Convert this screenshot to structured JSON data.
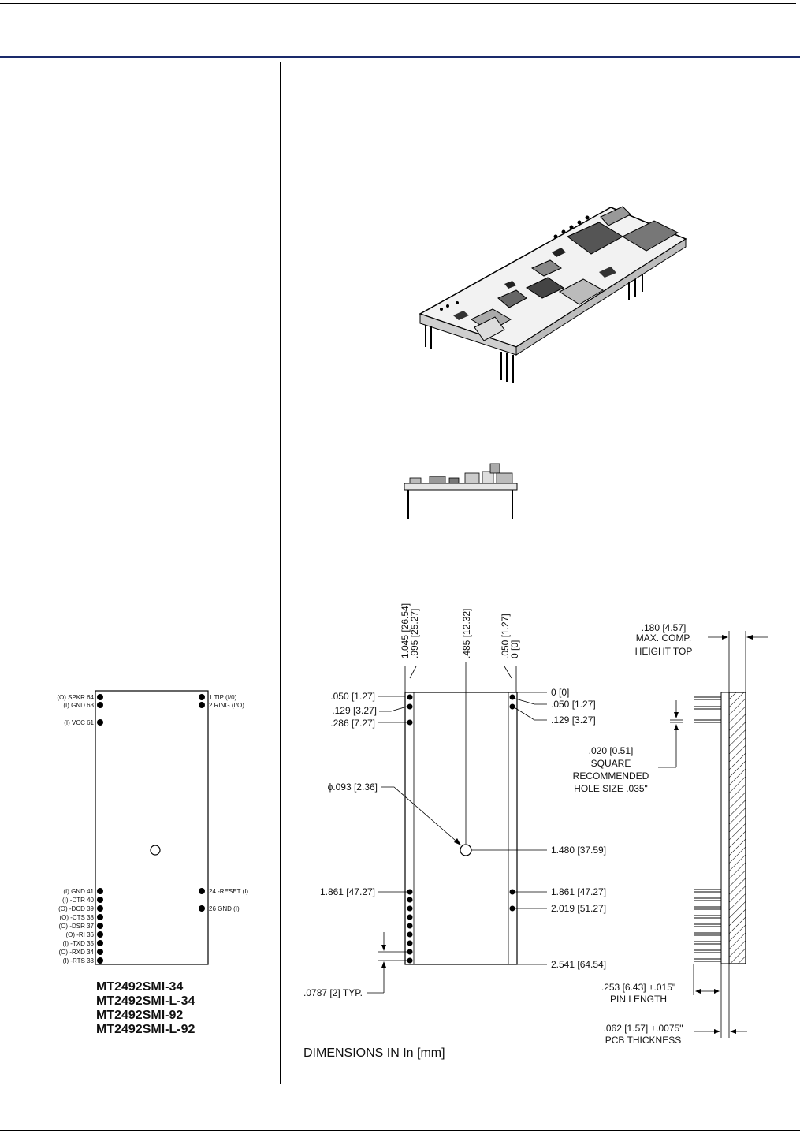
{
  "pinout": {
    "left_pins": [
      {
        "label": "(O) SPKR 64"
      },
      {
        "label": "(I) GND 63"
      },
      {
        "label": "(I) VCC 61"
      },
      {
        "label": "(I) GND 41"
      },
      {
        "label": "(I) -DTR 40"
      },
      {
        "label": "(O) -DCD 39"
      },
      {
        "label": "(O) -CTS 38"
      },
      {
        "label": "(O) -DSR 37"
      },
      {
        "label": "(O) -RI 36"
      },
      {
        "label": "(I) -TXD 35"
      },
      {
        "label": "(O) -RXD 34"
      },
      {
        "label": "(I) -RTS 33"
      }
    ],
    "right_pins": [
      {
        "label": "1  TIP (I/0)"
      },
      {
        "label": "2  RING (I/O)"
      },
      {
        "label": "24 -RESET (I)"
      },
      {
        "label": "26 GND (I)"
      }
    ],
    "models": [
      "MT2492SMI-34",
      "MT2492SMI-L-34",
      "MT2492SMI-92",
      "MT2492SMI-L-92"
    ]
  },
  "drawing": {
    "top_dims": [
      "1.045 [26.54]",
      ".995 [25.27]",
      ".485 [12.32]",
      ".050 [1.27]",
      "0 [0]"
    ],
    "left_dims": [
      ".050 [1.27]",
      ".129 [3.27]",
      ".286 [7.27]",
      "1.861 [47.27]"
    ],
    "right_dims": [
      "0 [0]",
      ".050 [1.27]",
      ".129 [3.27]",
      "1.480 [37.59]",
      "1.861 [47.27]",
      "2.019 [51.27]",
      "2.541 [64.54]"
    ],
    "hole_dia": "ϕ.093 [2.36]",
    "pitch": ".0787 [2]  TYP.",
    "height_note": [
      ".180 [4.57]",
      "MAX. COMP.",
      "HEIGHT TOP"
    ],
    "square_note": [
      ".020 [0.51]",
      "SQUARE",
      "RECOMMENDED",
      "HOLE SIZE .035\""
    ],
    "pin_length": [
      ".253 [6.43] ±.015\"",
      "PIN LENGTH"
    ],
    "pcb_thickness": [
      ".062 [1.57] ±.0075\"",
      "PCB THICKNESS"
    ],
    "units_note": "DIMENSIONS IN In [mm]"
  }
}
